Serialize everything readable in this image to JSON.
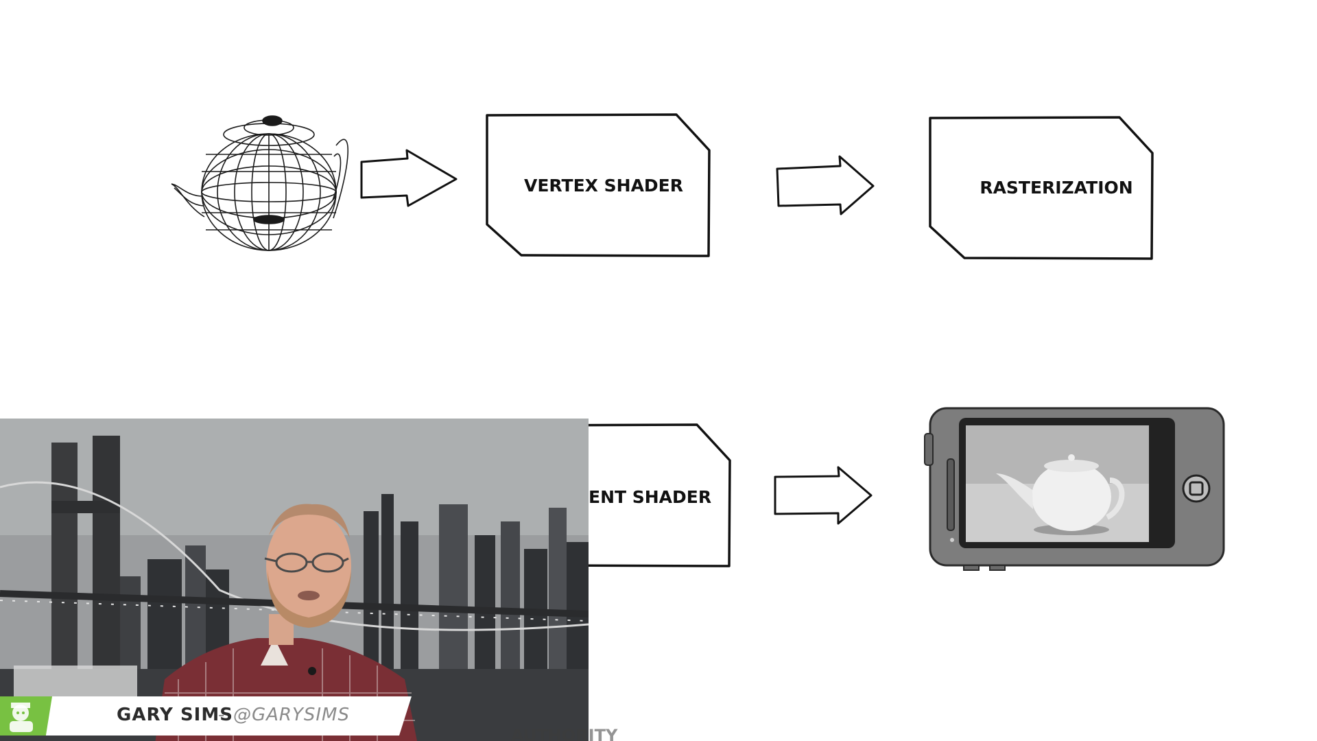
{
  "diagram": {
    "stages": [
      {
        "label": "VERTEX SHADER"
      },
      {
        "label": "RASTERIZATION"
      },
      {
        "label": "ENT SHADER"
      }
    ]
  },
  "overlay": {
    "presenter_name": "GARY SIMS",
    "separator": "-",
    "presenter_handle": "@GARYSIMS",
    "watermark": "AUTHORITY"
  },
  "colors": {
    "ink": "#111111",
    "brand_green": "#78c142",
    "phone_body": "#7a7a7a"
  }
}
